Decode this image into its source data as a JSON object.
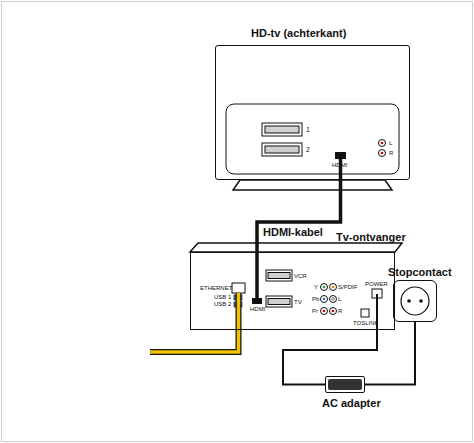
{
  "diagram": {
    "nodes": [
      {
        "text": [
          "HD-tv (achterkant)"
        ]
      },
      {
        "text": [
          "Tv-ontvanger"
        ]
      },
      {
        "text": [
          "Stopcontact"
        ]
      },
      {
        "text": [
          "AC adapter"
        ]
      }
    ],
    "edges": [
      {
        "from": 0,
        "to": 1,
        "label": "HDMI-kabel",
        "arrow": "none"
      },
      {
        "from": 1,
        "to": 3,
        "arrow": "none"
      },
      {
        "from": 3,
        "to": 2,
        "arrow": "none"
      }
    ],
    "labels": [
      "1",
      "2",
      "HDMI",
      "L",
      "R",
      "ETHERNET",
      "USB 1",
      "USB 2",
      "VCR",
      "TV",
      "HDMI",
      "Y",
      "Pb",
      "Pr",
      "S/PDIF",
      "L",
      "R",
      "TOSLINK",
      "POWER"
    ]
  }
}
